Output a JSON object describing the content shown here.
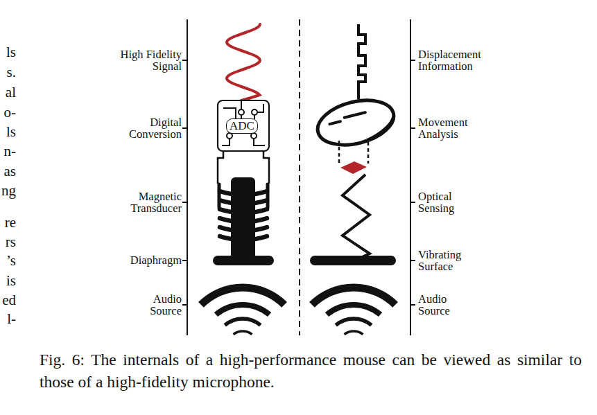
{
  "diagram": {
    "caption": "Fig. 6: The internals of a high-performance mouse can be viewed as similar to those of a high-fidelity microphone.",
    "nodes": [
      {
        "text": [
          "ADC"
        ]
      }
    ],
    "labels": [
      "High Fidelity Signal",
      "Digital Conversion",
      "Magnetic Transducer",
      "Diaphragm",
      "Audio Source",
      "Displacement Information",
      "Movement Analysis",
      "Optical Sensing",
      "Vibrating Surface",
      "Audio Source",
      "ls",
      "s.",
      "al",
      "o-",
      "ls",
      "n-",
      "as",
      "ng",
      "re",
      "rs",
      "’s",
      "is",
      "ed",
      "l-"
    ]
  }
}
